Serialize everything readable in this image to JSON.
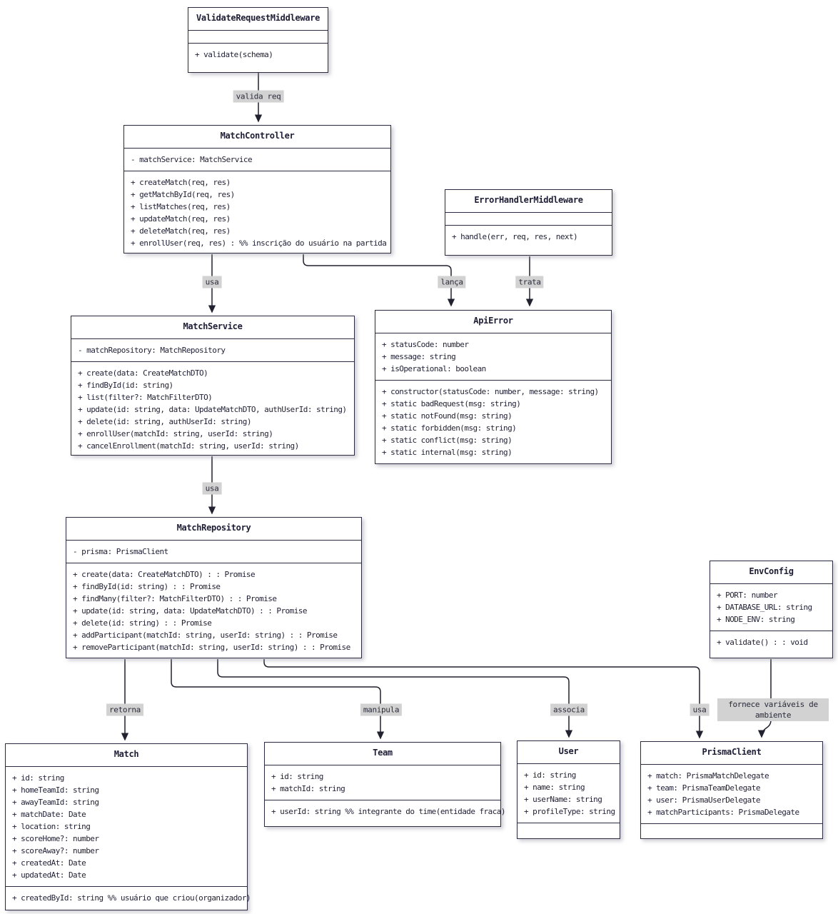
{
  "diagram": {
    "type": "uml-class-diagram",
    "colors": {
      "box_border": "#2a2a40",
      "box_background": "#ffffff",
      "edge_line": "#21212f",
      "label_background": "#d2d2d2",
      "text": "#1f1f33"
    },
    "classes": {
      "validate_request_middleware": {
        "title": "ValidateRequestMiddleware",
        "attributes": [],
        "methods": [
          "+ validate(schema)"
        ]
      },
      "match_controller": {
        "title": "MatchController",
        "attributes": [
          "- matchService: MatchService"
        ],
        "methods": [
          "+ createMatch(req, res)",
          "+ getMatchById(req, res)",
          "+ listMatches(req, res)",
          "+ updateMatch(req, res)",
          "+ deleteMatch(req, res)",
          "+ enrollUser(req, res) : %% inscrição do usuário na partida"
        ]
      },
      "error_handler_middleware": {
        "title": "ErrorHandlerMiddleware",
        "attributes": [],
        "methods": [
          "+ handle(err, req, res, next)"
        ]
      },
      "match_service": {
        "title": "MatchService",
        "attributes": [
          "- matchRepository: MatchRepository"
        ],
        "methods": [
          "+ create(data: CreateMatchDTO)",
          "+ findById(id: string)",
          "+ list(filter?: MatchFilterDTO)",
          "+ update(id: string, data: UpdateMatchDTO, authUserId: string)",
          "+ delete(id: string, authUserId: string)",
          "+ enrollUser(matchId: string, userId: string)",
          "+ cancelEnrollment(matchId: string, userId: string)"
        ]
      },
      "api_error": {
        "title": "ApiError",
        "attributes": [
          "+ statusCode: number",
          "+ message: string",
          "+ isOperational: boolean"
        ],
        "methods": [
          "+ constructor(statusCode: number, message: string)",
          "+ static badRequest(msg: string)",
          "+ static notFound(msg: string)",
          "+ static forbidden(msg: string)",
          "+ static conflict(msg: string)",
          "+ static internal(msg: string)"
        ]
      },
      "match_repository": {
        "title": "MatchRepository",
        "attributes": [
          "- prisma: PrismaClient"
        ],
        "methods": [
          "+ create(data: CreateMatchDTO) : : Promise",
          "+ findById(id: string) : : Promise",
          "+ findMany(filter?: MatchFilterDTO) : : Promise",
          "+ update(id: string, data: UpdateMatchDTO) : : Promise",
          "+ delete(id: string) : : Promise",
          "+ addParticipant(matchId: string, userId: string) : : Promise",
          "+ removeParticipant(matchId: string, userId: string) : : Promise"
        ]
      },
      "env_config": {
        "title": "EnvConfig",
        "attributes": [
          "+ PORT: number",
          "+ DATABASE_URL: string",
          "+ NODE_ENV: string"
        ],
        "methods": [
          "+ validate() : : void"
        ]
      },
      "match": {
        "title": "Match",
        "attributes": [
          "+ id: string",
          "+ homeTeamId: string",
          "+ awayTeamId: string",
          "+ matchDate: Date",
          "+ location: string",
          "+ scoreHome?: number",
          "+ scoreAway?: number",
          "+ createdAt: Date",
          "+ updatedAt: Date"
        ],
        "methods": [
          "+ createdById: string %% usuário que criou(organizador)"
        ]
      },
      "team": {
        "title": "Team",
        "attributes": [
          "+ id: string",
          "+ matchId: string"
        ],
        "methods": [
          "+ userId: string %% integrante do time(entidade fraca)"
        ]
      },
      "user": {
        "title": "User",
        "attributes": [
          "+ id: string",
          "+ name: string",
          "+ userName: string",
          "+ profileType: string"
        ],
        "methods": []
      },
      "prisma_client": {
        "title": "PrismaClient",
        "attributes": [
          "+ match: PrismaMatchDelegate",
          "+ team: PrismaTeamDelegate",
          "+ user: PrismaUserDelegate",
          "+ matchParticipants: PrismaDelegate"
        ],
        "methods": []
      }
    },
    "edge_labels": {
      "valida_req": "valida req",
      "usa_controller_service": "usa",
      "lanca": "lança",
      "trata": "trata",
      "usa_service_repository": "usa",
      "retorna": "retorna",
      "manipula": "manipula",
      "associa": "associa",
      "usa_repository_prisma": "usa",
      "fornece": "fornece variáveis de\nambiente"
    }
  }
}
